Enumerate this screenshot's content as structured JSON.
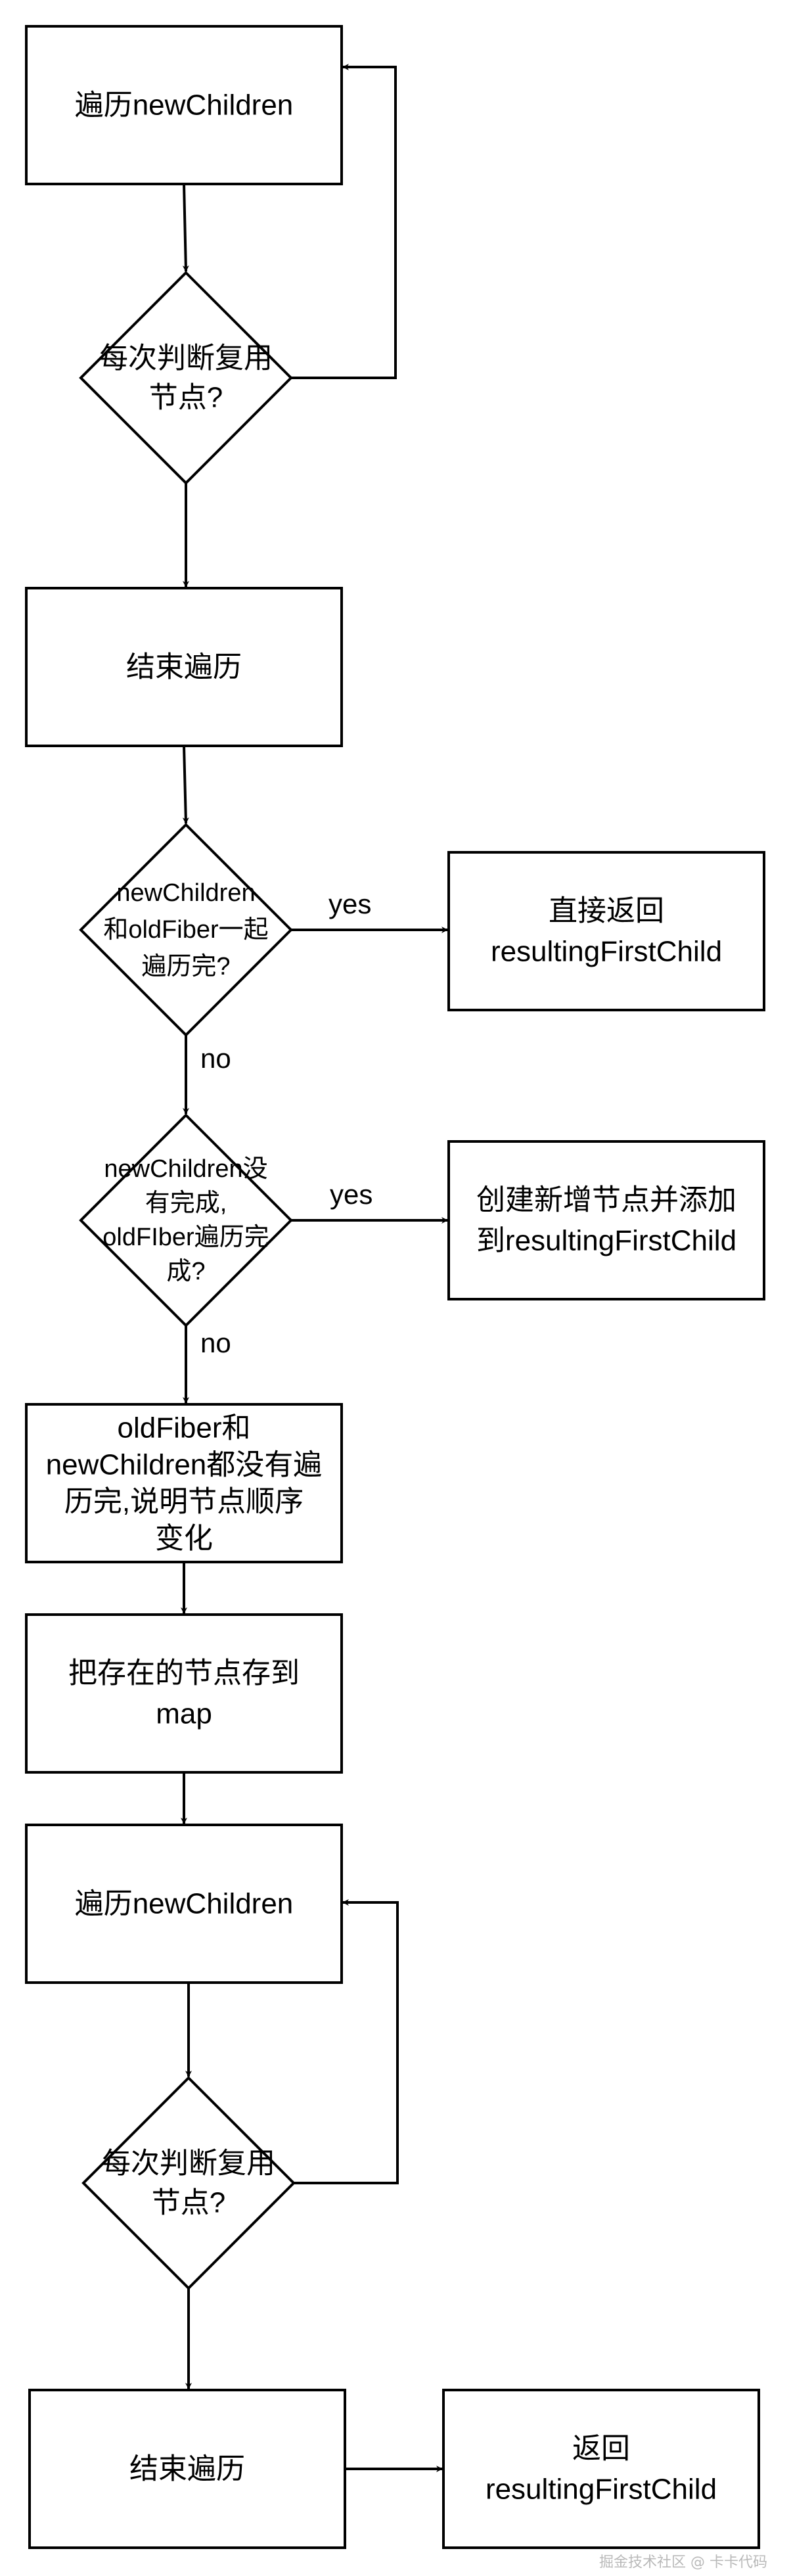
{
  "diagram": {
    "colors": {
      "stroke": "#000000",
      "fill": "#ffffff",
      "text": "#000000",
      "watermark": "#b9b9b9"
    },
    "nodes": {
      "loop1_start": {
        "lines": [
          "遍历newChildren"
        ]
      },
      "loop1_decision": {
        "lines": [
          "每次判断复用",
          "节点?"
        ]
      },
      "loop1_end": {
        "lines": [
          "结束遍历"
        ]
      },
      "both_done_decision": {
        "lines": [
          "newChildren",
          "和oldFiber一起",
          "遍历完?"
        ]
      },
      "return_first_child_1": {
        "lines": [
          "直接返回",
          "resultingFirstChild"
        ]
      },
      "new_remaining_decision": {
        "lines": [
          "newChildren没",
          "有完成,",
          "oldFIber遍历完",
          "成?"
        ]
      },
      "create_append": {
        "lines": [
          "创建新增节点并添加",
          "到resultingFirstChild"
        ]
      },
      "order_changed": {
        "lines": [
          "oldFiber和",
          "newChildren都没有遍",
          "历完,说明节点顺序",
          "变化"
        ]
      },
      "store_map": {
        "lines": [
          "把存在的节点存到",
          "map"
        ]
      },
      "loop2_start": {
        "lines": [
          "遍历newChildren"
        ]
      },
      "loop2_decision": {
        "lines": [
          "每次判断复用",
          "节点?"
        ]
      },
      "loop2_end": {
        "lines": [
          "结束遍历"
        ]
      },
      "return_first_child_2": {
        "lines": [
          "返回",
          "resultingFirstChild"
        ]
      }
    },
    "edge_labels": {
      "yes_1": "yes",
      "no_1": "no",
      "yes_2": "yes",
      "no_2": "no"
    },
    "watermark": "掘金技术社区 @ 卡卡代码"
  }
}
